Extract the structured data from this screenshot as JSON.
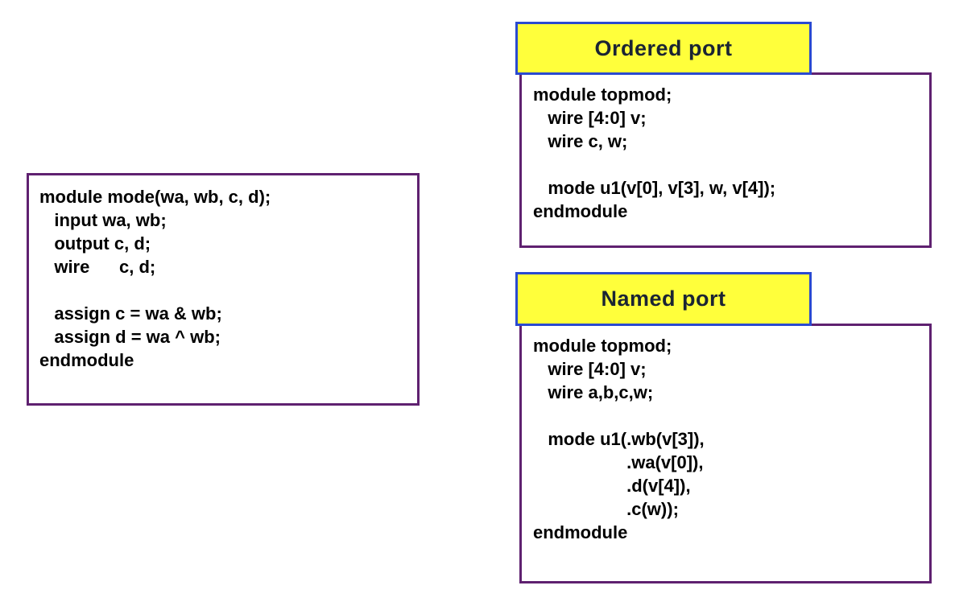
{
  "colors": {
    "code_border": "#5f2170",
    "tab_border": "#2a4ad0",
    "tab_fill": "#ffff3b",
    "tab_text": "#1b2433",
    "code_text": "#000000",
    "background": "#ffffff"
  },
  "left_code_box": {
    "lines": [
      "module mode(wa, wb, c, d);",
      "   input wa, wb;",
      "   output c, d;",
      "   wire      c, d;",
      "",
      "   assign c = wa & wb;",
      "   assign d = wa ^ wb;",
      "endmodule"
    ]
  },
  "ordered_port": {
    "title": "Ordered port",
    "lines": [
      "module topmod;",
      "   wire [4:0] v;",
      "   wire c, w;",
      "",
      "   mode u1(v[0], v[3], w, v[4]);",
      "endmodule"
    ]
  },
  "named_port": {
    "title": "Named port",
    "lines": [
      "module topmod;",
      "   wire [4:0] v;",
      "   wire a,b,c,w;",
      "",
      "   mode u1(.wb(v[3]),",
      "                   .wa(v[0]),",
      "                   .d(v[4]),",
      "                   .c(w));",
      "endmodule"
    ]
  }
}
